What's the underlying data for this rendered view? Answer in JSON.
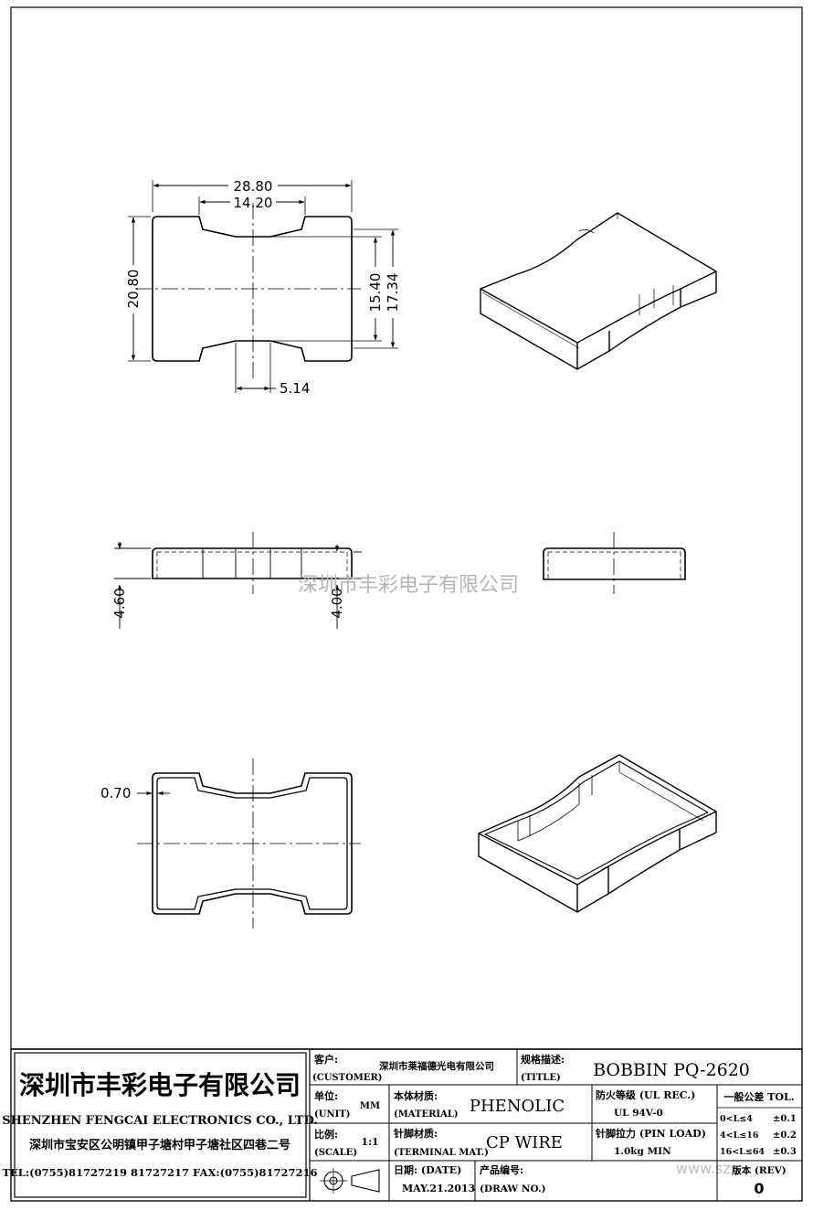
{
  "dimensions": {
    "top_width": "28.80",
    "top_inner_width": "14.20",
    "top_height": "20.80",
    "top_inner_height": "15.40",
    "top_mid_height": "17.34",
    "top_center_width": "5.14",
    "side_height": "4.60",
    "side_inner_height": "4.00",
    "wall_thickness": "0.70"
  },
  "watermark": "深圳市丰彩电子有限公司",
  "watermark_url": "www.sz",
  "title_block": {
    "company_cn": "深圳市丰彩电子有限公司",
    "company_en": "SHENZHEN FENGCAI ELECTRONICS CO., LTD.",
    "address": "深圳市宝安区公明镇甲子塘村甲子塘社区四巷二号",
    "phone": "TEL:(0755)81727219  81727217  FAX:(0755)81727216",
    "customer_label_cn": "客户:",
    "customer_label_en": "(CUSTOMER)",
    "customer_value": "深圳市莱福德光电有限公司",
    "title_label_cn": "规格描述:",
    "title_label_en": "(TITLE)",
    "title_value": "BOBBIN PQ-2620",
    "unit_label_cn": "单位:",
    "unit_label_en": "(UNIT)",
    "unit_value": "MM",
    "material_label_cn": "本体材质:",
    "material_label_en": "(MATERIAL)",
    "material_value": "PHENOLIC",
    "ul_label": "防火等级 (UL REC.)",
    "ul_value": "UL 94V-0",
    "scale_label_cn": "比例:",
    "scale_label_en": "(SCALE)",
    "scale_value": "1:1",
    "terminal_label_cn": "针脚材质:",
    "terminal_label_en": "(TERMINAL MAT.)",
    "terminal_value": "CP WIRE",
    "pin_load_label": "针脚拉力 (PIN LOAD)",
    "pin_load_value": "1.0kg MIN",
    "date_label": "日期: (DATE)",
    "date_value": "MAY.21.2013",
    "draw_no_label_cn": "产品编号:",
    "draw_no_label_en": "(DRAW NO.)",
    "tol_title": "一般公差 TOL.",
    "tolerances": [
      {
        "range": "0<L≤4",
        "value": "±0.1"
      },
      {
        "range": "4<L≤16",
        "value": "±0.2"
      },
      {
        "range": "16<L≤64",
        "value": "±0.3"
      }
    ],
    "rev_label": "版本 (REV)",
    "rev_value": "0"
  }
}
